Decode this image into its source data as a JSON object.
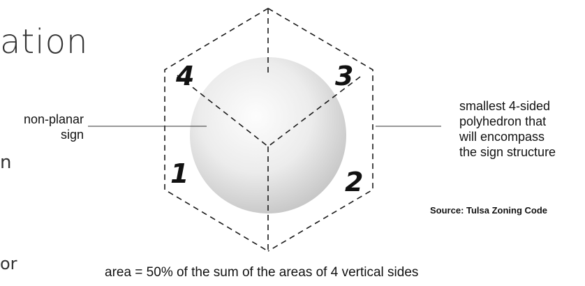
{
  "slide": {
    "title_fragment": "ation",
    "left_fragments": [
      "n",
      "or"
    ]
  },
  "diagram": {
    "face_numbers": [
      "4",
      "3",
      "1",
      "2"
    ],
    "left_label_lines": [
      "non-planar",
      "sign"
    ],
    "right_label_lines": [
      "smallest 4-sided",
      "polyhedron that",
      "will encompass",
      "the sign structure"
    ],
    "source": "Source: Tulsa Zoning Code",
    "formula": "area = 50% of the sum of the areas of 4 vertical sides",
    "colors": {
      "sphere_light": "#fdfdfd",
      "sphere_dark": "#c9c9c9",
      "lines": "#1a1a1a"
    }
  }
}
